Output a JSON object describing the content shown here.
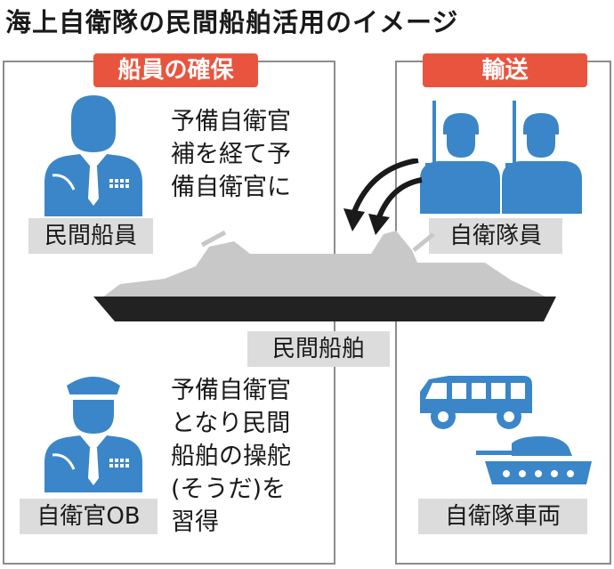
{
  "title": "海上自衛隊の民間船舶活用のイメージ",
  "left_section": {
    "tag": "船員の確保",
    "top": {
      "label": "民間船員",
      "note": [
        "予備自衛官",
        "補を経て予",
        "備自衛官に"
      ]
    },
    "bottom": {
      "label": "自衛官OB",
      "note": [
        "予備自衛官",
        "となり民間",
        "船舶の操舵",
        "(そうだ)を",
        "習得"
      ]
    }
  },
  "right_section": {
    "tag": "輸送",
    "top_label": "自衛隊員",
    "bottom_label": "自衛隊車両"
  },
  "center": {
    "label": "民間船舶"
  },
  "colors": {
    "accent": "#e8543e",
    "figure_blue": "#3a86c8",
    "ship_dark": "#222222",
    "ship_light": "#c8c8c8",
    "label_bg": "#dcdcdc"
  }
}
